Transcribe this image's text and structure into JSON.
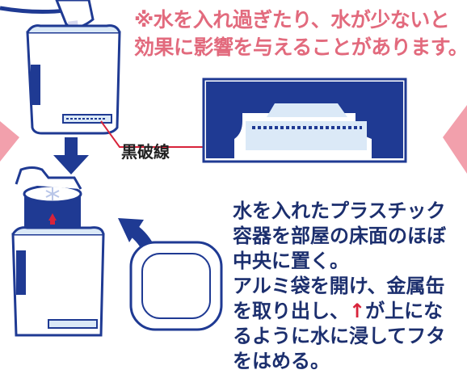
{
  "warning": {
    "line1": "※水を入れ過ぎたり、水が少ないと",
    "line2": "効果に影響を与えることがあります。"
  },
  "label": {
    "black_line": "黒破線"
  },
  "instructions": {
    "line1": "水を入れたプラスチック",
    "line2": "容器を部屋の床面のほぼ",
    "line3": "中央に置く。",
    "line4": "アルミ袋を開け、金属缶",
    "line5a": "を取り出し、",
    "line5_icon": "↑",
    "line5b": "が上にな",
    "line6": "るように水に浸してフタ",
    "line7": "をはめる。"
  },
  "colors": {
    "navy": "#1f3a93",
    "pink": "#e26a7d",
    "light_blue": "#dbe9f7",
    "red": "#d8233a"
  },
  "icons": [
    "pour-icon",
    "down-arrow-icon",
    "curved-arrow-icon",
    "up-arrow-icon",
    "lid-icon",
    "container-icon",
    "can-icon"
  ]
}
